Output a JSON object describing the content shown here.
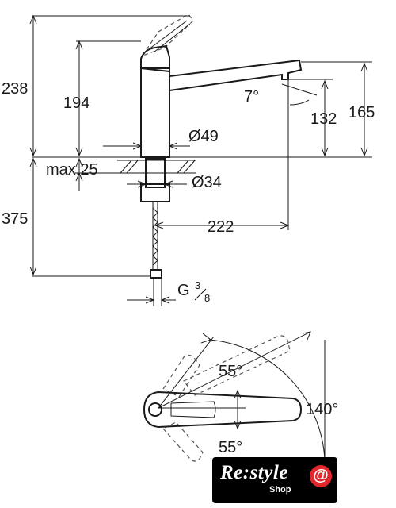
{
  "dimensions": {
    "total_height": "238",
    "spout_height": "194",
    "spout_angle": "7°",
    "outlet_height": "132",
    "reach_height": "165",
    "base_diameter": "Ø49",
    "deck_thickness": "max.25",
    "hole_diameter": "Ø34",
    "below_deck": "375",
    "spout_reach": "222",
    "connection_label": "G",
    "connection_num": "3",
    "connection_den": "8"
  },
  "rotation": {
    "angle_upper": "55°",
    "angle_lower": "55°",
    "angle_total": "140°"
  },
  "logo": {
    "main": "Re:style",
    "sub": "Shop",
    "at": "@"
  }
}
